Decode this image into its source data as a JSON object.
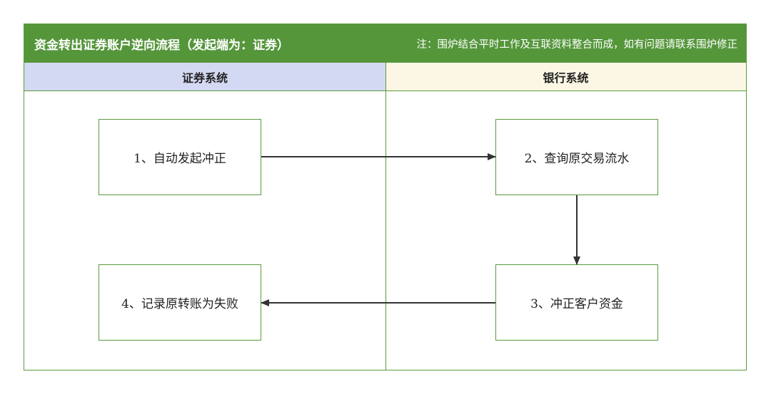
{
  "header": {
    "title": "资金转出证券账户逆向流程（发起端为：证券）",
    "note": "注：围炉结合平时工作及互联资料整合而成，如有问题请联系围炉修正"
  },
  "lanes": [
    {
      "label": "证券系统"
    },
    {
      "label": "银行系统"
    }
  ],
  "steps": [
    {
      "label": "1、自动发起冲正"
    },
    {
      "label": "2、查询原交易流水"
    },
    {
      "label": "3、冲正客户资金"
    },
    {
      "label": "4、记录原转账为失败"
    }
  ],
  "colors": {
    "header_bg": "#55963b",
    "border": "#5a9a3c",
    "left_lane_bg": "#d3d9f2",
    "right_lane_bg": "#fbf7e4",
    "arrow": "#333333"
  }
}
